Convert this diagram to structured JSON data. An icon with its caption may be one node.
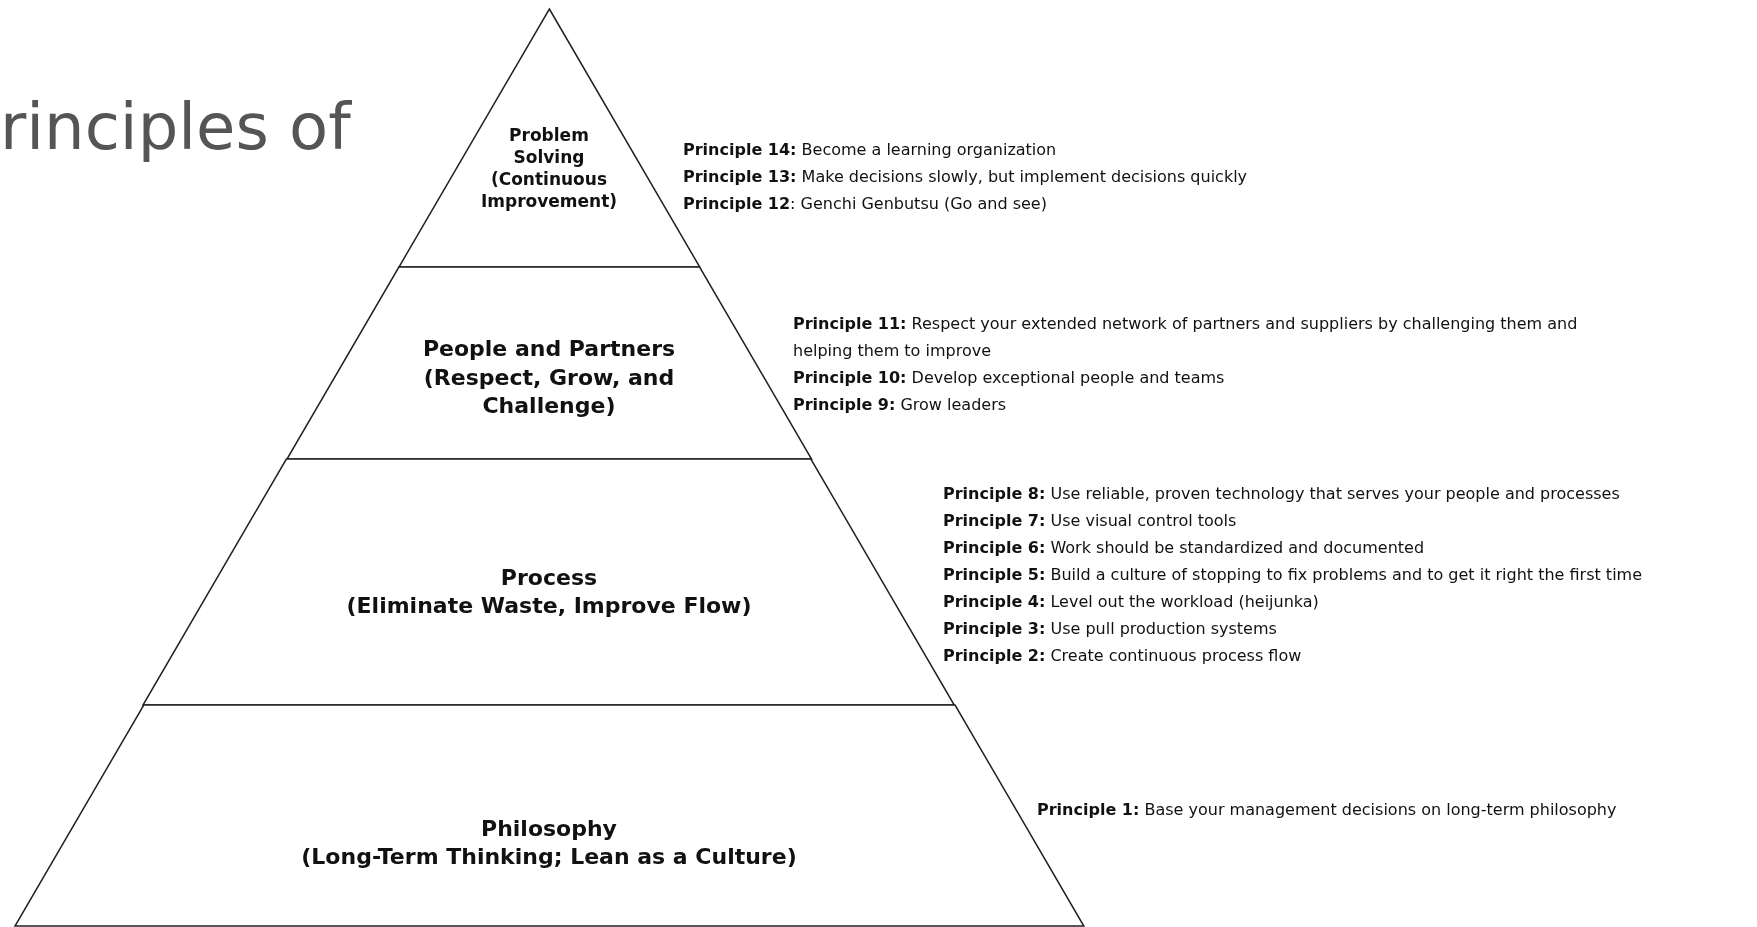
{
  "diagram": {
    "nodes": [
      {
        "text": [
          "Problem Solving",
          "(Continuous Improvement)"
        ],
        "beside": [
          "**Principle 14:** Become a learning organization",
          "**Principle 13:** Make decisions slowly, but implement decisions quickly",
          "**Principle 12**: Genchi Genbutsu (Go and see)"
        ]
      },
      {
        "text": [
          "People and Partners",
          "(Respect, Grow, and Challenge)"
        ],
        "beside": [
          "**Principle 11:** Respect your extended network of partners and suppliers by challenging them and helping them to improve",
          "**Principle 10:** Develop exceptional people and teams",
          "**Principle 9:** Grow leaders"
        ]
      },
      {
        "text": [
          "Process",
          "(Eliminate Waste, Improve Flow)"
        ],
        "beside": [
          "**Principle 8:** Use reliable, proven technology that serves your people and processes",
          "**Principle 7:** Use visual control tools",
          "**Principle 6:** Work should be standardized and documented",
          "**Principle 5:** Build a culture of stopping to fix problems and to get it right the first time",
          "**Principle 4:** Level out the workload (heijunka)",
          "**Principle 3:** Use pull production systems",
          "**Principle 2:** Create continuous process flow"
        ]
      },
      {
        "text": [
          "Philosophy",
          "(Long-Term Thinking; Lean as a Culture)"
        ],
        "beside": [
          "**Principle 1:** Base your management decisions on long-term philosophy"
        ]
      }
    ],
    "labels": [
      "rinciples of"
    ]
  }
}
